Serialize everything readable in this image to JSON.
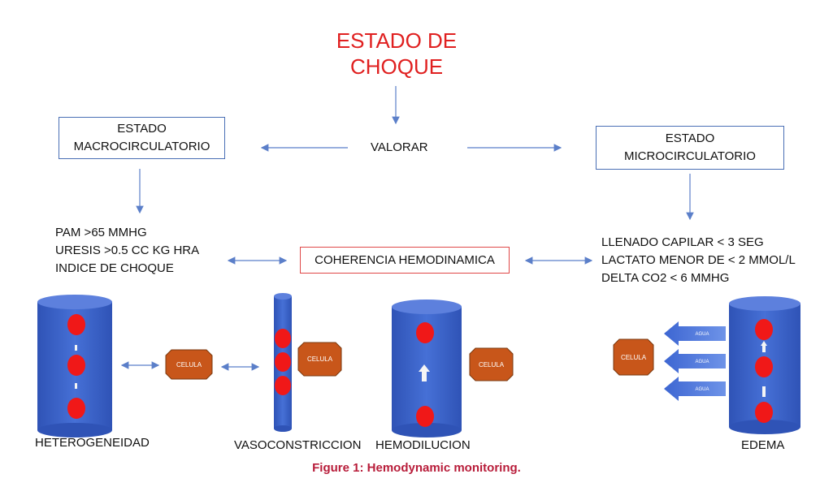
{
  "title": {
    "line1": "ESTADO DE",
    "line2": "CHOQUE"
  },
  "valorar": "VALORAR",
  "macro_box": {
    "line1": "ESTADO",
    "line2": "MACROCIRCULATORIO"
  },
  "micro_box": {
    "line1": "ESTADO",
    "line2": "MICROCIRCULATORIO"
  },
  "macro_criteria": [
    "PAM >65 MMHG",
    "URESIS >0.5 CC KG HRA",
    "INDICE DE CHOQUE"
  ],
  "micro_criteria": [
    "LLENADO CAPILAR < 3 SEG",
    "LACTATO MENOR DE < 2 MMOL/L",
    "DELTA CO2 < 6 MMHG"
  ],
  "coherence": "COHERENCIA HEMODINAMICA",
  "cell_label": "CELULA",
  "edema_arrow_text": "AGUA",
  "vessels": {
    "heterogeneity": "HETEROGENEIDAD",
    "vasoconstriction": "VASOCONSTRICCION",
    "hemodilution": "HEMODILUCION",
    "edema": "EDEMA"
  },
  "caption": "Figure 1: Hemodynamic monitoring.",
  "colors": {
    "title": "#e02020",
    "box_border": "#4a6fb5",
    "coherence_border": "#e04848",
    "vessel": "#3f62c4",
    "rbc": "#f01818",
    "cell": "#c8561a",
    "caption": "#b81d3a"
  }
}
